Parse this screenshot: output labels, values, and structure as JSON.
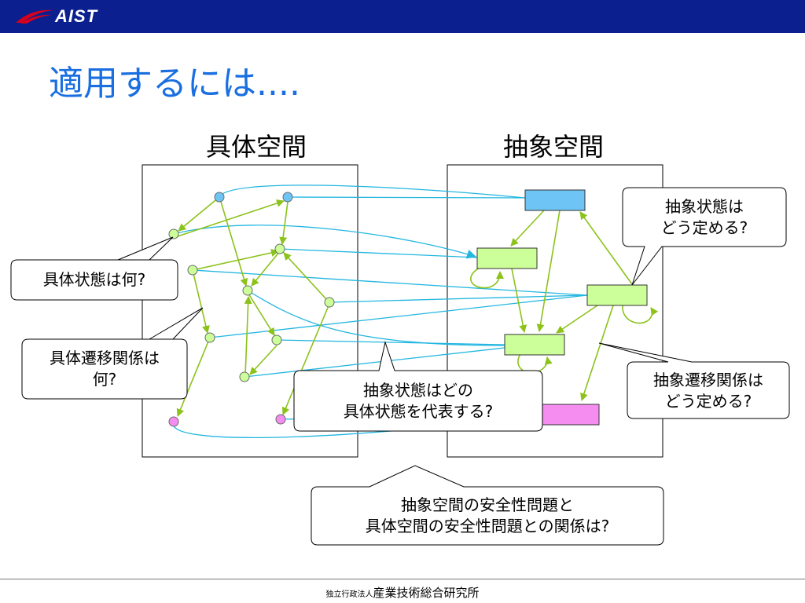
{
  "header": {
    "logo_text": "AIST",
    "bar_color": "#0b1f8f",
    "logo_accent_color": "#d8001a"
  },
  "title": "適用するには....",
  "left_space_label": "具体空間",
  "right_space_label": "抽象空間",
  "callouts": {
    "concrete_state": "具体状態は何?",
    "concrete_transition": [
      "具体遷移関係は",
      "何?"
    ],
    "representative": [
      "抽象状態はどの",
      "具体状態を代表する?"
    ],
    "abstract_state": [
      "抽象状態は",
      "どう定める?"
    ],
    "abstract_transition": [
      "抽象遷移関係は",
      "どう定める?"
    ],
    "safety": [
      "抽象空間の安全性問題と",
      "具体空間の安全性問題との関係は?"
    ]
  },
  "colors": {
    "transition_arrow": "#8cc21a",
    "mapping_line": "#22b6e0",
    "concrete_state_fill": "#ccff99",
    "initial_state_fill": "#6ec5f5",
    "unsafe_state_fill": "#f58cf0"
  },
  "footer": {
    "org_prefix": "独立行政法人",
    "org_name": "産業技術総合研究所"
  }
}
